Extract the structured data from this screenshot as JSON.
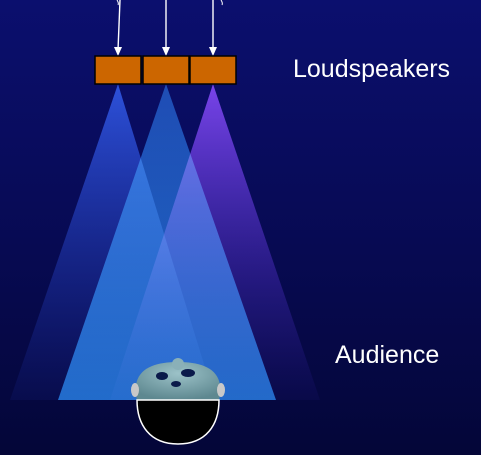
{
  "labels": {
    "loudspeakers": "Loudspeakers",
    "audience": "Audience"
  },
  "colors": {
    "background_top": "#0b0f6e",
    "background_bottom": "#040638",
    "speaker_fill": "#cc6600",
    "speaker_border": "#000000",
    "beam_left": "#2a4fd8",
    "beam_middle": "#1c5aa8",
    "beam_right": "#7a3de0",
    "arrow": "#ffffff",
    "label_text": "#ffffff",
    "head_skin": "#8ab0b8"
  },
  "speakers": [
    {
      "name": "speaker-left"
    },
    {
      "name": "speaker-middle"
    },
    {
      "name": "speaker-right"
    }
  ]
}
